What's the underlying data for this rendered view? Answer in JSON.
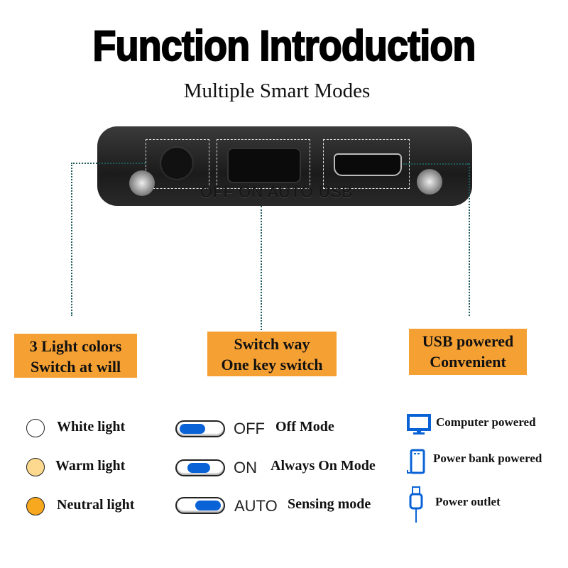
{
  "title": "Function Introduction",
  "subtitle": "Multiple Smart Modes",
  "device": {
    "label": "OFF ON AUTO USB"
  },
  "features": [
    {
      "line1": "3 Light colors",
      "line2": "Switch at will"
    },
    {
      "line1": "Switch way",
      "line2": "One key switch"
    },
    {
      "line1": "USB powered",
      "line2": "Convenient"
    }
  ],
  "colors_list": [
    {
      "label": "White light",
      "color": "#ffffff"
    },
    {
      "label": "Warm light",
      "color": "#fcd98e"
    },
    {
      "label": "Neutral light",
      "color": "#f8a81e"
    }
  ],
  "modes": [
    {
      "switch": "OFF",
      "label": "Off Mode",
      "position": "left"
    },
    {
      "switch": "ON",
      "label": "Always On Mode",
      "position": "center"
    },
    {
      "switch": "AUTO",
      "label": "Sensing mode",
      "position": "right"
    }
  ],
  "power": [
    {
      "icon": "computer-icon",
      "label": "Computer powered"
    },
    {
      "icon": "power-bank-icon",
      "label": "Power bank powered"
    },
    {
      "icon": "usb-plug-icon",
      "label": "Power outlet"
    }
  ],
  "accent": {
    "orange": "#f5a033",
    "blue": "#0a63d6",
    "teal": "#1e5c5c"
  }
}
